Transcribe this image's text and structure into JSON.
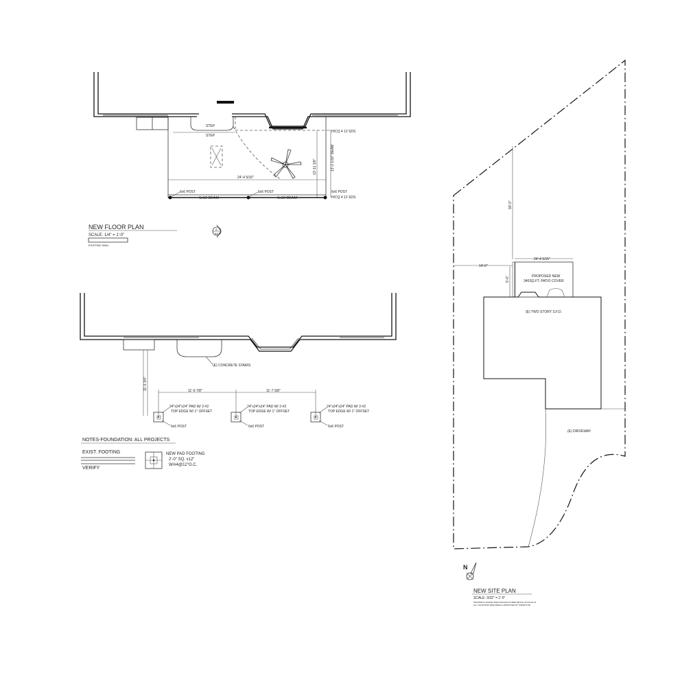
{
  "floor_plan": {
    "step_upper": "STEP",
    "step_lower": "STEP",
    "title": "NEW FLOOR PLAN",
    "scale": "SCALE: 1/4\" = 1'-0\"",
    "legend_existing_wall": "EXISTING WALL",
    "overall_dim": "24'-4 5/16\"",
    "depth_dim_1": "13'-11 1/8\"",
    "depth_dim_2": "13'-2 1/16\" BEAM",
    "post_left": "6x6 POST",
    "post_mid": "6x6 POST",
    "post_right": "6x6 POST",
    "beam_left": "6x10 BEAM",
    "beam_right": "6x10 BEAM",
    "connector_top": "H/CQ 4 12 SDS",
    "connector_bottom": "H/CQ 4 12 SDS",
    "section_marker_top": "A",
    "section_marker_bottom": "A3"
  },
  "foundation_plan": {
    "stairs_label": "(E) CONCRETE STAIRS",
    "offset_dim": "11'-3 3/4\"",
    "span_dim_1": "11'-9 7/8\"",
    "span_dim_2": "11'-7 5/8\"",
    "footing_1": "24\"x24\"x24\" PAD W/ 2-#2",
    "footing_1b": "TOP EDGE W/ 1\" OFFSET",
    "footing_2": "24\"x24\"x24\" PAD W/ 2-#2",
    "footing_2b": "TOP EDGE W/ 1\" OFFSET",
    "footing_3": "24\"x24\"x24\" PAD W/ 2-#2",
    "footing_3b": "TOP EDGE W/ 1\" OFFSET",
    "post_1": "6x6 POST",
    "post_2": "6x6 POST",
    "post_3": "6x6 POST"
  },
  "notes": {
    "title": "NOTES-FOUNDATION: ALL PROJECTS",
    "exist_footing": "EXIST. FOOTING",
    "verify": "VERIFY",
    "new_pad_1": "NEW PAD FOOTING",
    "new_pad_2": "2'-0\" SQ. x12\"",
    "new_pad_3": "W/#4@12\"O.C."
  },
  "site_plan": {
    "proposed_1": "PROPOSED NEW",
    "proposed_2": "340SQ.FT. PATIO COVER",
    "house": "(E) TWO STORY S.F.D.",
    "driveway": "(E) DRIVEWAY",
    "setback_top": "90'-0\"",
    "setback_side": "14'-0\"",
    "setback_small": "5'-0\"",
    "patio_width": "24'-4 5/16\"",
    "title": "NEW SITE PLAN",
    "scale": "SCALE: 3/32\" = 1'-0\"",
    "note_1": "PROVIDE FLASHING PER MANUFACTURER DETAIL ON PLAN AT",
    "note_2": "ALL LOCATIONS REQUIRED & APPROVED BY INSPECTOR",
    "north": "N"
  }
}
